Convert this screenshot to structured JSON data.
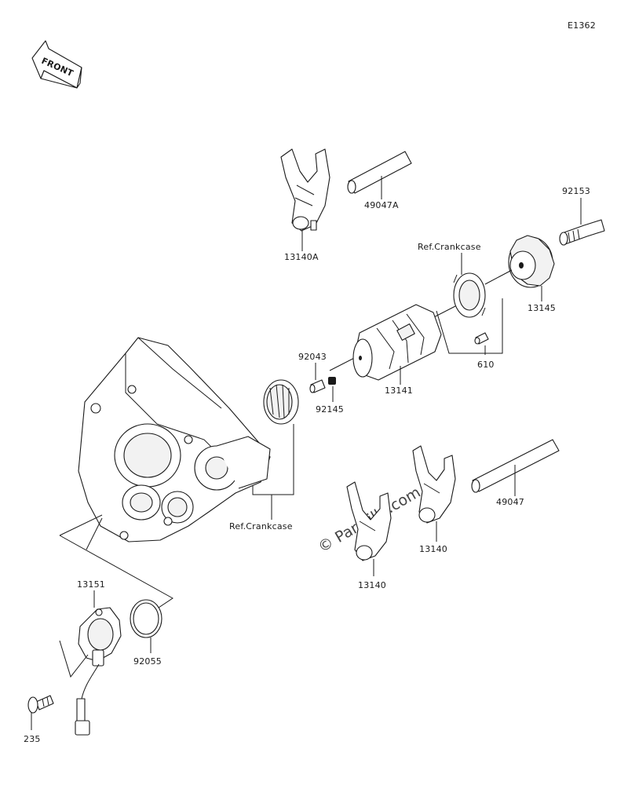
{
  "diagram_id": "E1362",
  "front_label": "FRONT",
  "watermark": "© Partzilla.com",
  "parts": {
    "p13140A": "13140A",
    "p49047A": "49047A",
    "p92153": "92153",
    "refCrankcaseTop": "Ref.Crankcase",
    "p13145": "13145",
    "p92043": "92043",
    "p92145": "92145",
    "p13141": "13141",
    "p610": "610",
    "p49047": "49047",
    "refCrankcaseMid": "Ref.Crankcase",
    "p13140a": "13140",
    "p13140b": "13140",
    "p13151": "13151",
    "p92055": "92055",
    "p235": "235"
  }
}
